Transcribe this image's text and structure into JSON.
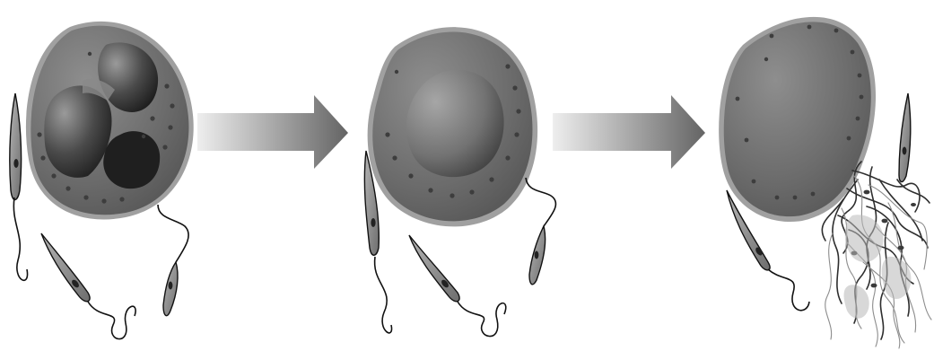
{
  "diagram": {
    "stages": [
      {
        "id": "stage-1",
        "nucleus_state": "intact"
      },
      {
        "id": "stage-2",
        "nucleus_state": "decondensing"
      },
      {
        "id": "stage-3",
        "nucleus_state": "extracellular-traps"
      }
    ],
    "arrows": [
      {
        "from": "stage-1",
        "to": "stage-2"
      },
      {
        "from": "stage-2",
        "to": "stage-3"
      }
    ],
    "colors": {
      "cytoplasm": "#6b6b6b",
      "cytoplasm_rim": "#9a9a9a",
      "nucleus_dark": "#2a2a2a",
      "nucleus_light": "#a8a8a8",
      "granule": "#3d3d3d",
      "parasite_body": "#8a8a8a",
      "parasite_outline": "#111111",
      "arrow_light": "#e6e6e6",
      "arrow_dark": "#6a6a6a",
      "net_strand": "#3a3a3a"
    }
  }
}
